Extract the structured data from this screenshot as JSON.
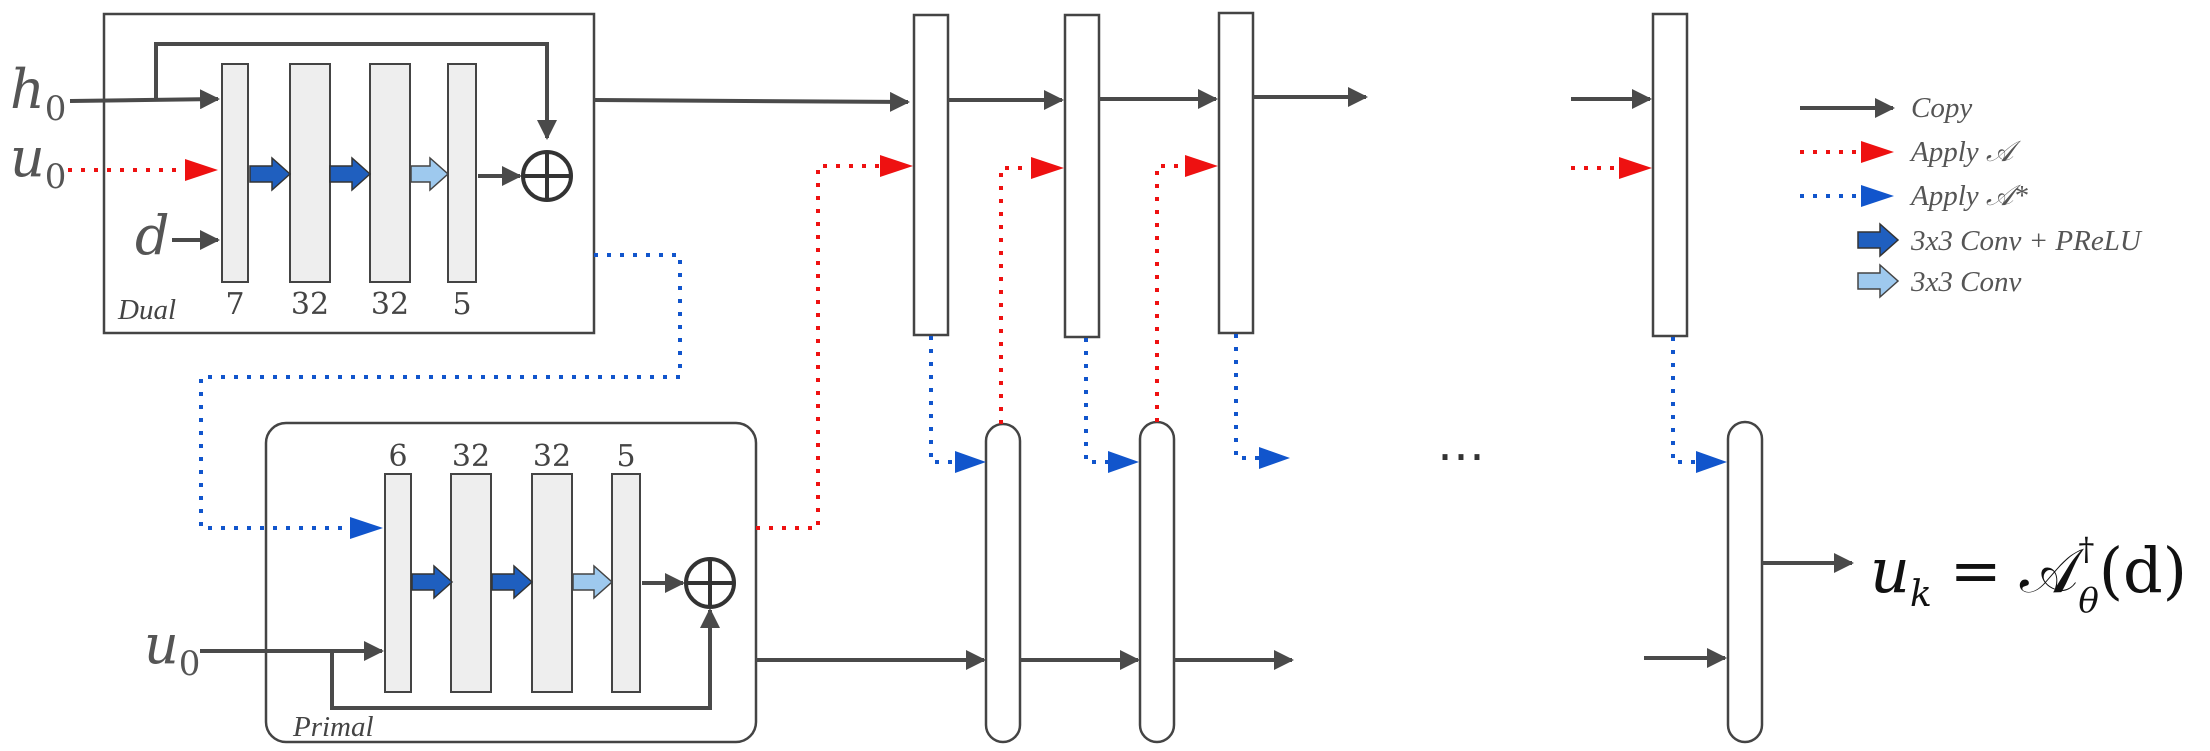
{
  "colors": {
    "copy": "#4a4a4a",
    "apply_A": "#ee1111",
    "apply_A_star": "#1155cc",
    "conv_prelu": "#1f5fbf",
    "conv": "#9ec9ee",
    "layer_fill": "#eeeeee"
  },
  "dual_block": {
    "caption": "Dual",
    "inputs": [
      {
        "base": "h",
        "sub": "0"
      },
      {
        "base": "u",
        "sub": "0"
      },
      {
        "base": "d",
        "sub": ""
      }
    ],
    "channels": [
      "7",
      "32",
      "32",
      "5"
    ]
  },
  "primal_block": {
    "caption": "Primal",
    "input": {
      "base": "u",
      "sub": "0"
    },
    "channels": [
      "6",
      "32",
      "32",
      "5"
    ]
  },
  "ellipsis": "⋯",
  "output": {
    "lhs": "u",
    "lhs_sub": "k",
    "eq": "=",
    "op": "𝒜",
    "op_sup": "†",
    "op_sub": "θ",
    "arg": "(d)"
  },
  "legend": [
    {
      "icon": "copy-arrow-icon",
      "label": "Copy"
    },
    {
      "icon": "apply-a-arrow-icon",
      "label": "Apply 𝒜"
    },
    {
      "icon": "apply-a-star-arrow-icon",
      "label": "Apply 𝒜*"
    },
    {
      "icon": "conv-prelu-arrow-icon",
      "label": "3x3 Conv + PReLU"
    },
    {
      "icon": "conv-arrow-icon",
      "label": "3x3 Conv"
    }
  ]
}
